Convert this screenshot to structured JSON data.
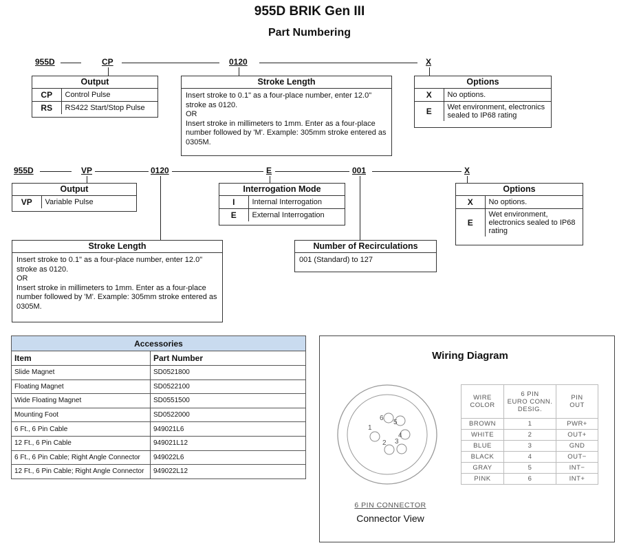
{
  "header": {
    "title": "955D BRIK Gen III",
    "subtitle": "Part Numbering"
  },
  "row1": {
    "codes": [
      "955D",
      "CP",
      "0120",
      "X"
    ],
    "output": {
      "title": "Output",
      "rows": [
        {
          "key": "CP",
          "desc": "Control Pulse"
        },
        {
          "key": "RS",
          "desc": "RS422 Start/Stop Pulse"
        }
      ]
    },
    "stroke": {
      "title": "Stroke Length",
      "line1": "Insert stroke to 0.1\" as a four-place number, enter 12.0\" stroke as 0120.",
      "or": "OR",
      "line2": "Insert stroke in millimeters to 1mm. Enter as a four-place number followed by 'M'. Example: 305mm stroke entered as 0305M."
    },
    "options": {
      "title": "Options",
      "rows": [
        {
          "key": "X",
          "desc": "No options."
        },
        {
          "key": "E",
          "desc": "Wet environment, electronics sealed to IP68 rating"
        }
      ]
    }
  },
  "row2": {
    "codes": [
      "955D",
      "VP",
      "0120",
      "E",
      "001",
      "X"
    ],
    "output": {
      "title": "Output",
      "rows": [
        {
          "key": "VP",
          "desc": "Variable Pulse"
        }
      ]
    },
    "interrogation": {
      "title": "Interrogation Mode",
      "rows": [
        {
          "key": "I",
          "desc": "Internal Interrogation"
        },
        {
          "key": "E",
          "desc": "External Interrogation"
        }
      ]
    },
    "options": {
      "title": "Options",
      "rows": [
        {
          "key": "X",
          "desc": "No options."
        },
        {
          "key": "E",
          "desc": "Wet environment, electronics sealed to IP68 rating"
        }
      ]
    },
    "stroke": {
      "title": "Stroke Length",
      "line1": "Insert stroke to 0.1\" as a four-place number, enter 12.0\" stroke as 0120.",
      "or": "OR",
      "line2": "Insert stroke in millimeters to 1mm. Enter as a four-place number followed by 'M'. Example: 305mm stroke entered as 0305M."
    },
    "recirc": {
      "title": "Number of Recirculations",
      "text": "001 (Standard) to 127"
    }
  },
  "accessories": {
    "title": "Accessories",
    "headers": [
      "Item",
      "Part Number"
    ],
    "rows": [
      [
        "Slide Magnet",
        "SD0521800"
      ],
      [
        "Floating Magnet",
        "SD0522100"
      ],
      [
        "Wide Floating Magnet",
        "SD0551500"
      ],
      [
        "Mounting Foot",
        "SD0522000"
      ],
      [
        "6 Ft., 6 Pin Cable",
        "949021L6"
      ],
      [
        "12 Ft., 6 Pin Cable",
        "949021L12"
      ],
      [
        "6 Ft., 6 Pin Cable; Right Angle Connector",
        "949022L6"
      ],
      [
        "12 Ft., 6 Pin Cable; Right Angle Connector",
        "949022L12"
      ]
    ]
  },
  "wiring": {
    "title": "Wiring Diagram",
    "headers": [
      "WIRE\nCOLOR",
      "6 PIN\nEURO CONN.\nDESIG.",
      "PIN\nOUT"
    ],
    "rows": [
      [
        "BROWN",
        "1",
        "PWR+"
      ],
      [
        "WHITE",
        "2",
        "OUT+"
      ],
      [
        "BLUE",
        "3",
        "GND"
      ],
      [
        "BLACK",
        "4",
        "OUT−"
      ],
      [
        "GRAY",
        "5",
        "INT−"
      ],
      [
        "PINK",
        "6",
        "INT+"
      ]
    ],
    "pins": [
      "1",
      "2",
      "3",
      "4",
      "5",
      "6"
    ],
    "connector_label": "6 PIN CONNECTOR",
    "connector_view": "Connector View"
  }
}
